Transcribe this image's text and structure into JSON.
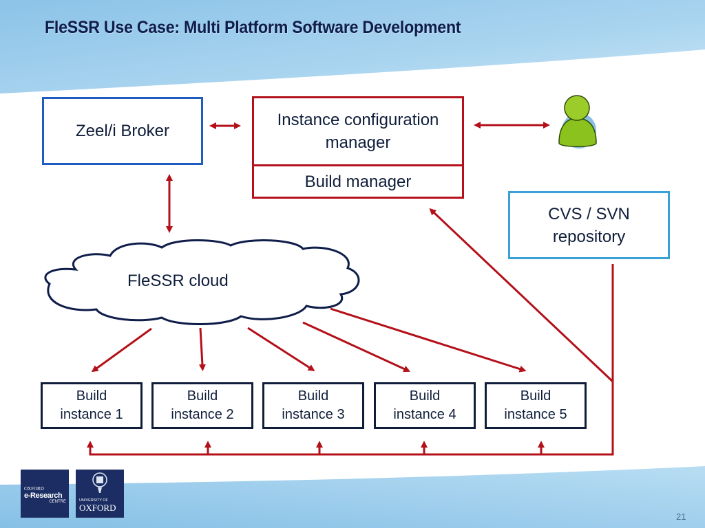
{
  "slide": {
    "title": "FleSSR Use Case: Multi Platform Software Development",
    "page_number": "21"
  },
  "nodes": {
    "broker": "Zeel/i Broker",
    "config_manager": "Instance configuration manager",
    "build_manager": "Build manager",
    "repository": "CVS / SVN repository",
    "cloud": "FleSSR cloud",
    "user_icon": "user-icon",
    "build_instances": [
      {
        "line1": "Build",
        "line2": "instance 1"
      },
      {
        "line1": "Build",
        "line2": "instance 2"
      },
      {
        "line1": "Build",
        "line2": "instance 3"
      },
      {
        "line1": "Build",
        "line2": "instance 4"
      },
      {
        "line1": "Build",
        "line2": "instance 5"
      }
    ]
  },
  "connections": [
    {
      "from": "broker",
      "to": "config_manager",
      "type": "bidirectional"
    },
    {
      "from": "config_manager",
      "to": "user",
      "type": "bidirectional"
    },
    {
      "from": "broker",
      "to": "cloud",
      "type": "bidirectional"
    },
    {
      "from": "cloud",
      "to": "build_instances",
      "type": "directed"
    },
    {
      "from": "repository",
      "to": "build_manager",
      "type": "directed"
    },
    {
      "from": "repository",
      "to": "build_instances",
      "type": "directed"
    }
  ],
  "logos": {
    "oerc": {
      "line1": "OXFORD",
      "line2": "e-Research",
      "line3": "CENTRE"
    },
    "oxford": {
      "line1": "UNIVERSITY OF",
      "line2": "OXFORD"
    }
  },
  "colors": {
    "arrow": "#b3101a",
    "broker_border": "#1f5cc0",
    "manager_border": "#b3101a",
    "repository_border": "#3aa0d8",
    "instance_border": "#0f1d3a",
    "title": "#0f1d4a",
    "user": "#8cc21e"
  }
}
